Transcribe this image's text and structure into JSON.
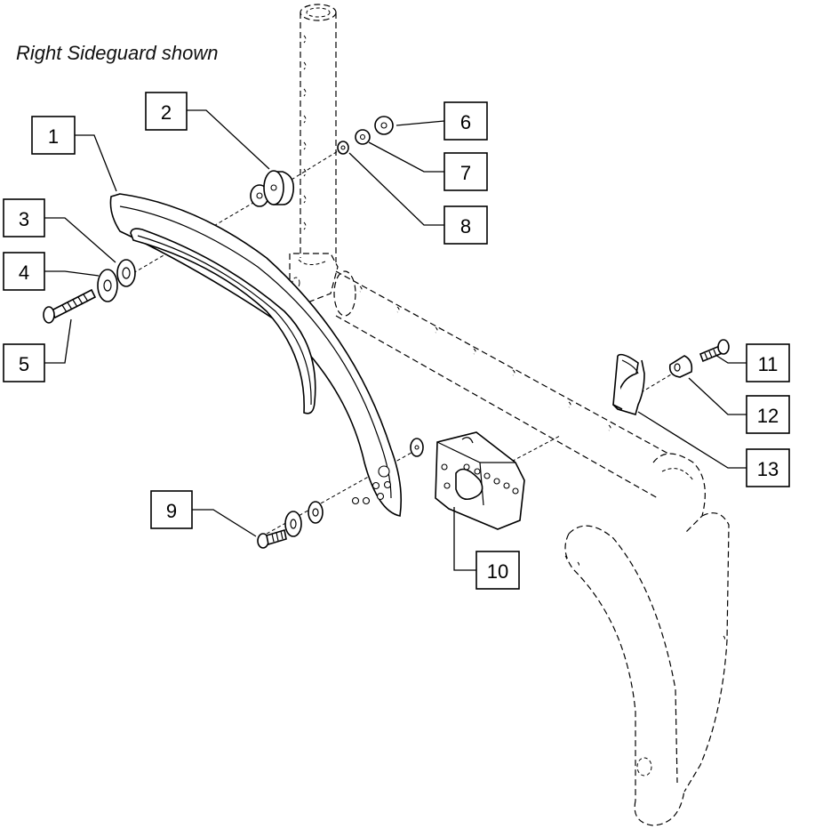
{
  "caption": "Right Sideguard shown",
  "callouts": [
    {
      "number": "1",
      "part": "sideguard"
    },
    {
      "number": "2",
      "part": "spacer"
    },
    {
      "number": "3",
      "part": "washer"
    },
    {
      "number": "4",
      "part": "washer"
    },
    {
      "number": "5",
      "part": "screw"
    },
    {
      "number": "6",
      "part": "nut"
    },
    {
      "number": "7",
      "part": "nut"
    },
    {
      "number": "8",
      "part": "washer"
    },
    {
      "number": "9",
      "part": "screw"
    },
    {
      "number": "10",
      "part": "bracket"
    },
    {
      "number": "11",
      "part": "screw"
    },
    {
      "number": "12",
      "part": "clamp"
    },
    {
      "number": "13",
      "part": "clamp-body"
    }
  ]
}
